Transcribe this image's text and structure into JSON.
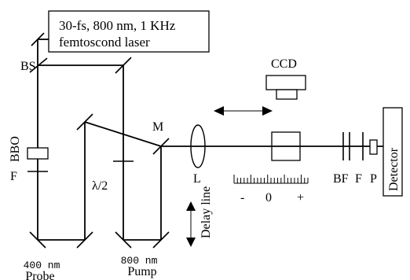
{
  "laser": {
    "line1": "30-fs, 800 nm, 1 KHz",
    "line2": "femtoscond laser"
  },
  "labels": {
    "bs": "BS",
    "bbo": "BBO",
    "f_left": "F",
    "lambda2": "λ/2",
    "m": "M",
    "l": "L",
    "ccd": "CCD",
    "bf": "BF",
    "f_right": "F",
    "p": "P",
    "detector": "Detector",
    "delay_line": "Delay line",
    "scale_minus": "-",
    "scale_zero": "0",
    "scale_plus": "+",
    "pump_nm": "800 nm",
    "pump": "Pump",
    "probe_nm": "400 nm",
    "probe": "Probe"
  }
}
